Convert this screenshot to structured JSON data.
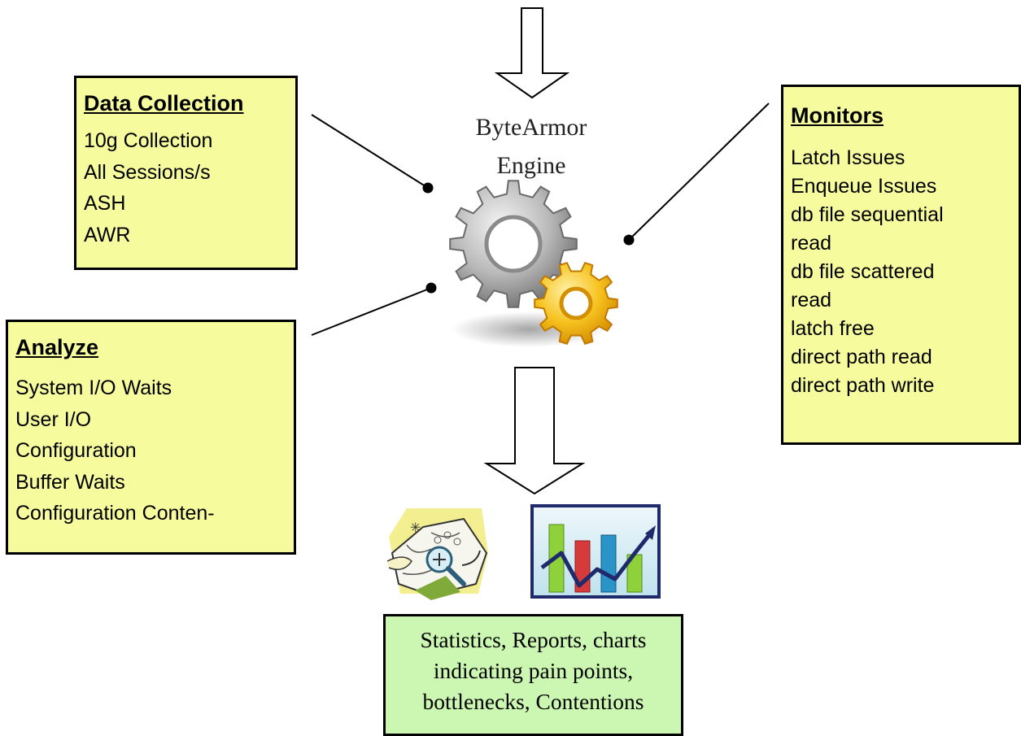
{
  "engine": {
    "line1": "ByteArmor",
    "line2": "Engine"
  },
  "data_collection": {
    "title": "Data Collection",
    "items": [
      "10g Collection",
      "All Sessions/s",
      "ASH",
      "AWR"
    ]
  },
  "analyze": {
    "title": "Analyze",
    "items": [
      "System I/O Waits",
      "User I/O",
      "Configuration",
      "Buffer Waits",
      "Configuration Conten-"
    ]
  },
  "monitors": {
    "title": "Monitors",
    "items": [
      "Latch Issues",
      "Enqueue Issues",
      "db file sequential",
      "read",
      "db file scattered",
      "read",
      "latch free",
      "direct path read",
      "direct path write"
    ]
  },
  "output": {
    "lines": [
      "Statistics, Reports, charts",
      "indicating pain points,",
      "bottlenecks, Contentions"
    ]
  },
  "icons": {
    "engine": "gears-icon",
    "analysis": "map-magnifier-icon",
    "chart": "bar-chart-trend-icon"
  },
  "colors": {
    "box_fill": "#f6fc9d",
    "output_fill": "#cbf7b2",
    "gear_gray": "#9a9a9a",
    "gear_gold": "#f4b51a"
  }
}
